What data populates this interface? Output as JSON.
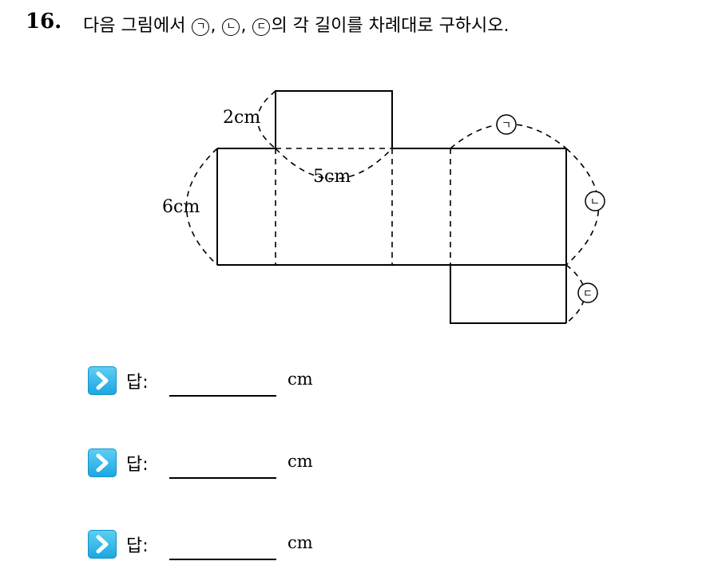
{
  "question": {
    "number": "16.",
    "text_before": "다음 그림에서",
    "mark1": "ㄱ",
    "sep1": ",",
    "mark2": "ㄴ",
    "sep2": ",",
    "mark3": "ㄷ",
    "text_after": "의 각 길이를 차례대로 구하시오."
  },
  "figure": {
    "label_2cm": "2cm",
    "label_5cm": "5cm",
    "label_6cm": "6cm",
    "mark_a": "ㄱ",
    "mark_b": "ㄴ",
    "mark_c": "ㄷ"
  },
  "answers": [
    {
      "label": "답:",
      "unit": "cm"
    },
    {
      "label": "답:",
      "unit": "cm"
    },
    {
      "label": "답:",
      "unit": "cm"
    }
  ],
  "colors": {
    "arrow_icon": "#1aa6e0"
  }
}
